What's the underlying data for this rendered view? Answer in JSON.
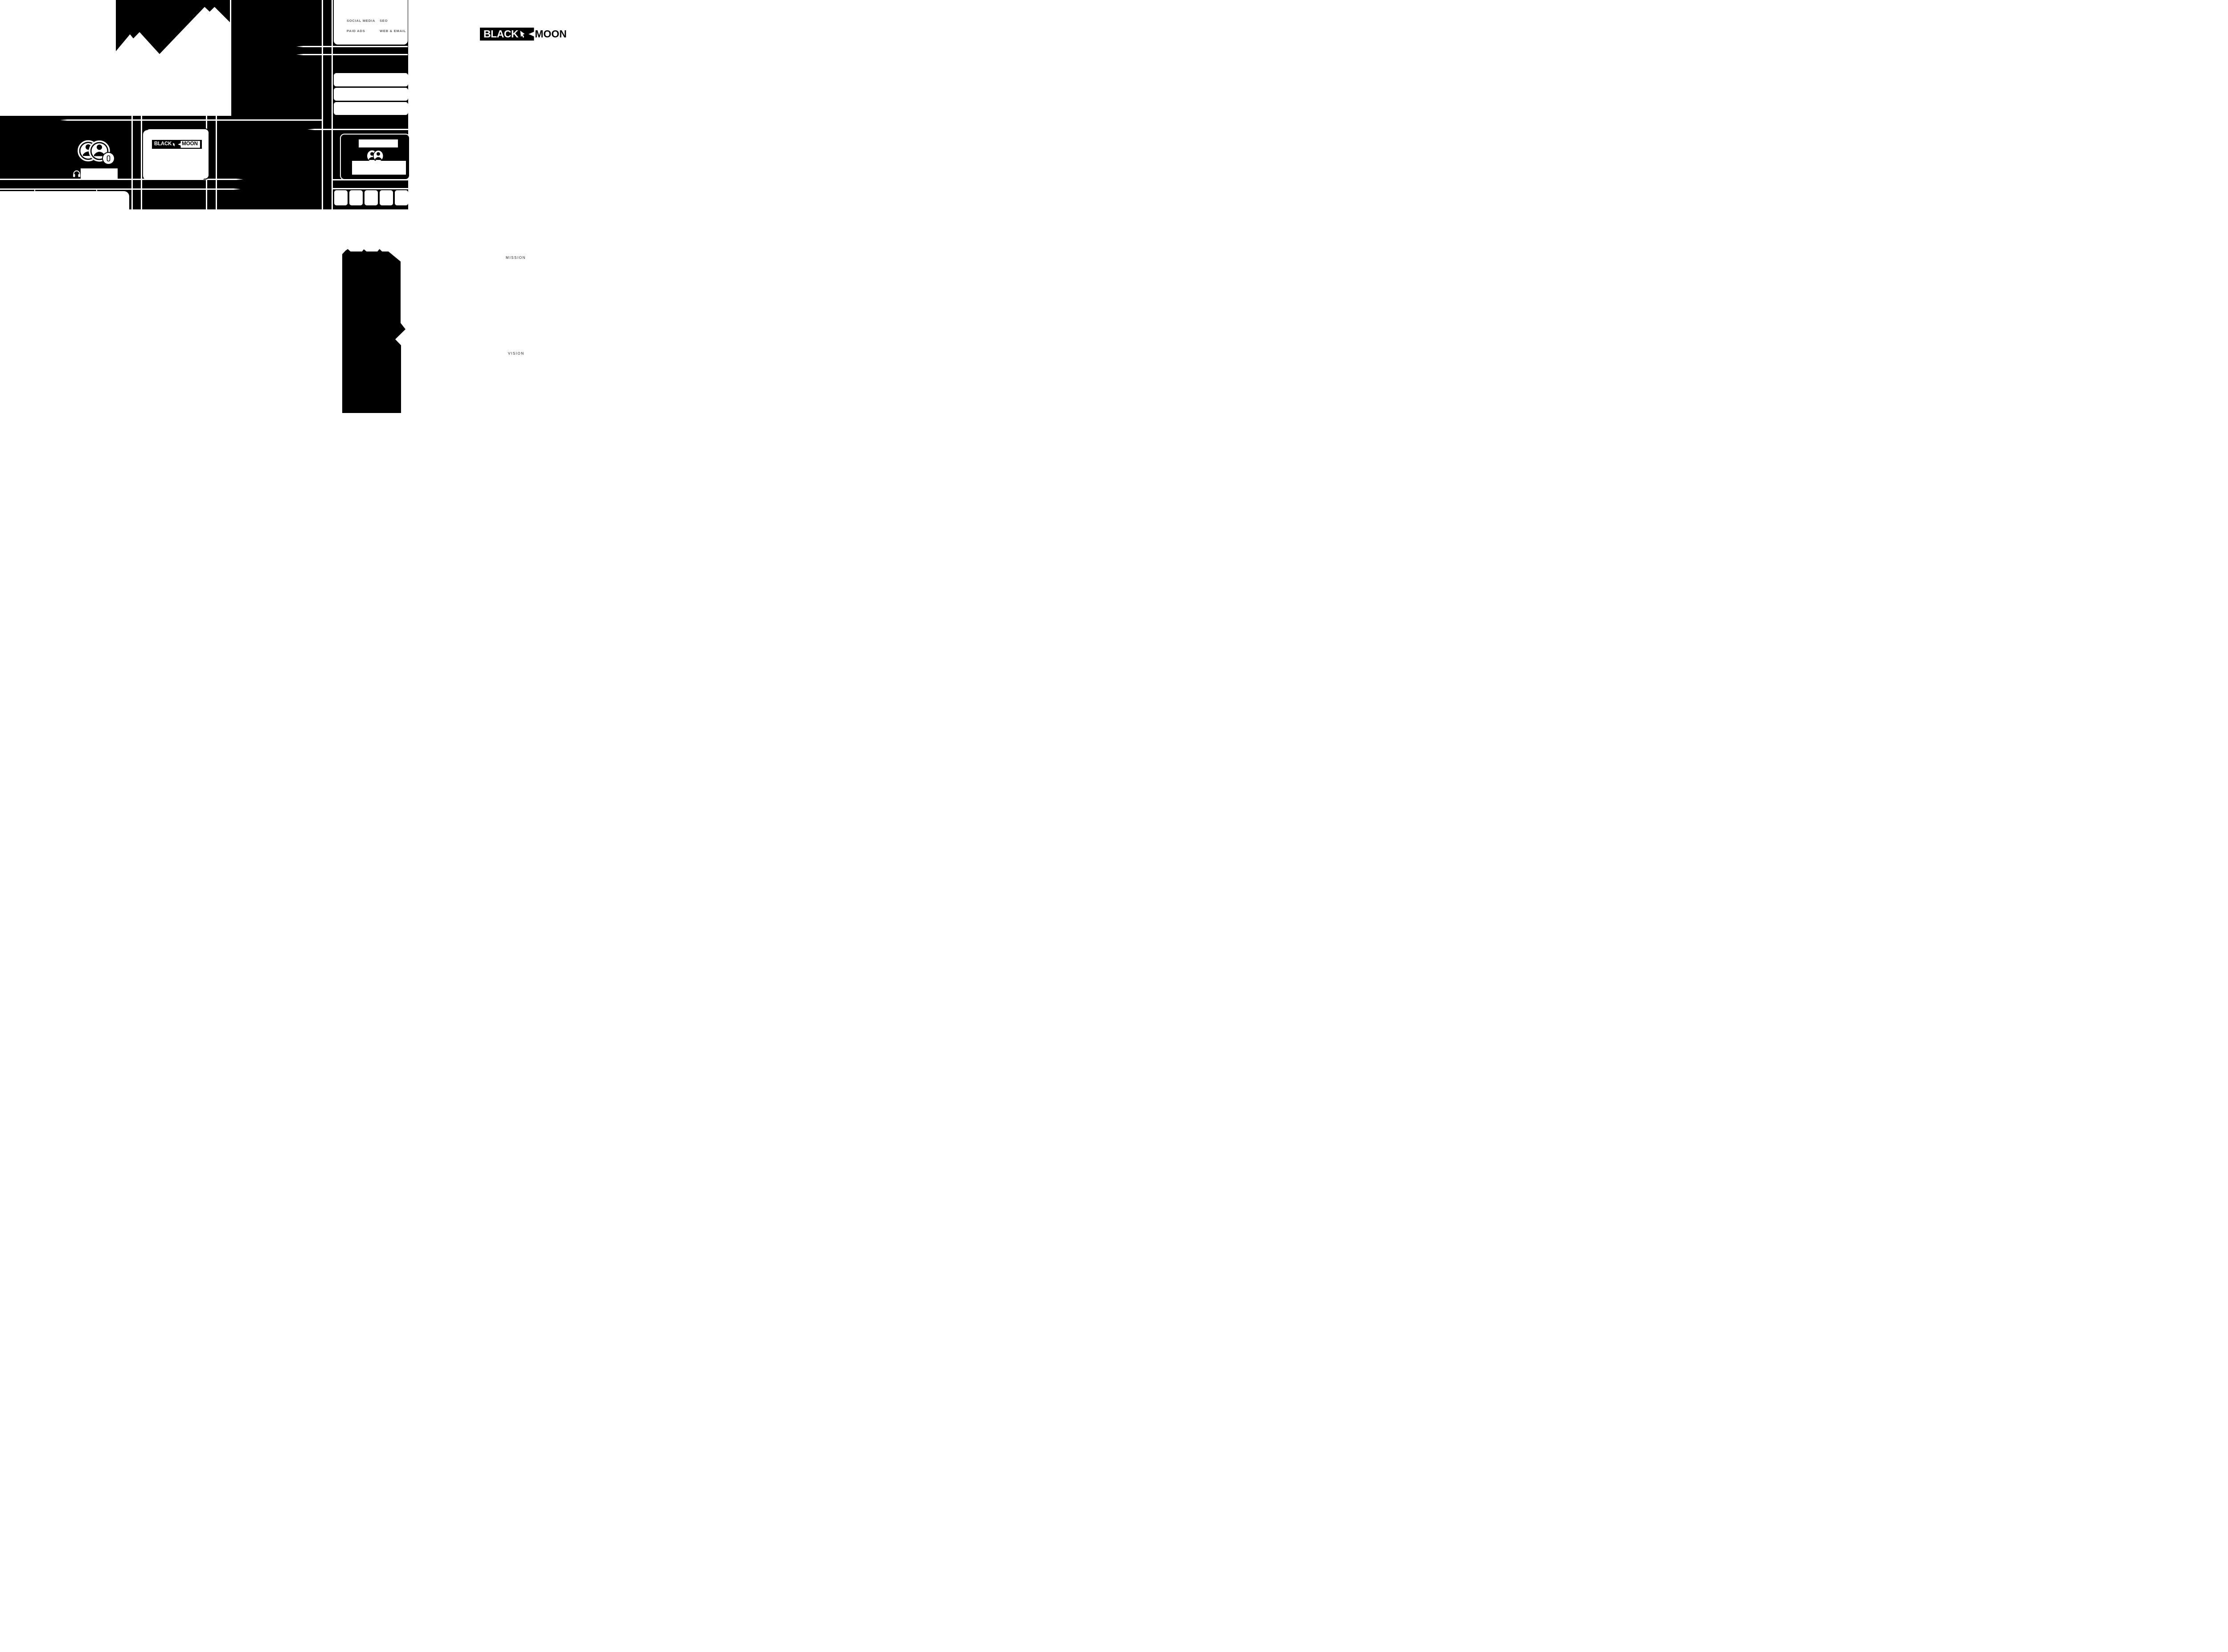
{
  "brand": {
    "word_left": "BLACK",
    "word_right": "MOON"
  },
  "services": {
    "items": [
      "SOCIAL MEDIA",
      "SEO",
      "PAID ADS",
      "WEB & EMAIL"
    ]
  },
  "sections": {
    "mission_label": "MISSION",
    "vision_label": "VISION"
  },
  "colors": {
    "ink": "#000000",
    "paper": "#ffffff",
    "label_gray": "#58595b"
  },
  "icons": {
    "team": "team-duo-icon",
    "support": "headphones-icon",
    "cursor": "cursor-arrow-icon",
    "phone": "phone-badge-icon",
    "mountains": "mountain-range-motif"
  }
}
